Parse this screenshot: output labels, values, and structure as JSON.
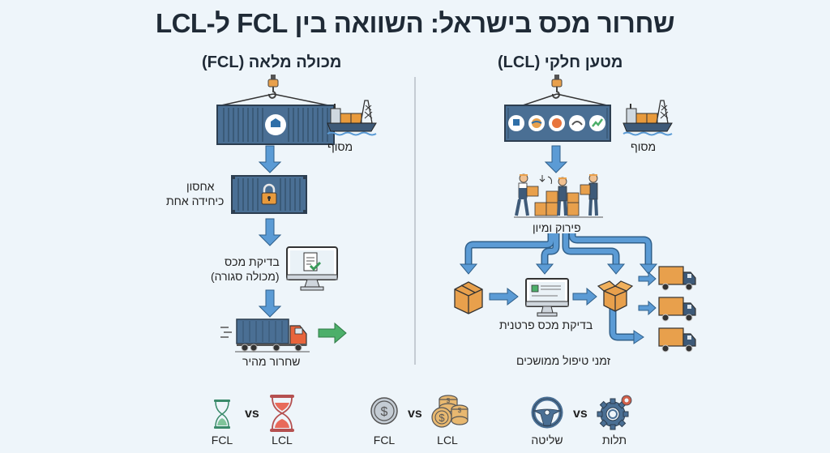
{
  "title": "שחרור מכס בישראל: השוואה בין FCL ל-LCL",
  "fcl": {
    "heading": "מכולה מלאה (FCL)",
    "terminal_label": "מסוף",
    "storage_label_line1": "אחסון",
    "storage_label_line2": "כיחידה אחת",
    "inspection_label_line1": "בדיקת מכס",
    "inspection_label_line2": "(מכולה סגורה)",
    "release_label": "שחרור מהיר",
    "colors": {
      "container": "#4a6f94",
      "arrow": "#5b9bd5",
      "lock": "#e89a3c",
      "truck_cab": "#e8643c",
      "go_arrow": "#4caf6a"
    }
  },
  "lcl": {
    "heading": "מטען חלקי (LCL)",
    "terminal_label": "מסוף",
    "sorting_label": "פירוק ומיון",
    "inspection_label": "בדיקת מכס פרטנית",
    "delay_label": "זמני טיפול ממושכים",
    "colors": {
      "container": "#4a6f94",
      "box": "#e8a04c",
      "arrow": "#5b9bd5"
    }
  },
  "comparisons": [
    {
      "topic": "time",
      "left_icon": "hourglass-green-icon",
      "left_label": "FCL",
      "vs": "vs",
      "right_icon": "hourglass-red-icon",
      "right_label": "LCL"
    },
    {
      "topic": "cost",
      "left_icon": "coin-icon",
      "left_label": "FCL",
      "vs": "vs",
      "right_icon": "coin-stack-icon",
      "right_label": "LCL"
    },
    {
      "topic": "control",
      "left_icon": "steering-wheel-icon",
      "left_label": "שליטה",
      "vs": "vs",
      "right_icon": "gears-icon",
      "right_label": "תלות"
    }
  ]
}
